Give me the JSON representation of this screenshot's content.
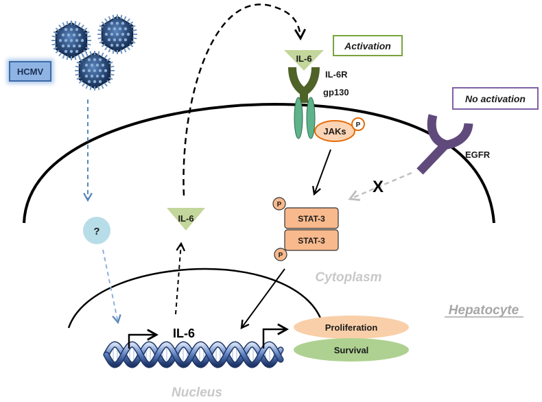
{
  "labels": {
    "hcmv": "HCMV",
    "question": "?",
    "il6_ligand_top": "IL-6",
    "il6r": "IL-6R",
    "gp130": "gp130",
    "jaks": "JAKs",
    "phospho": "P",
    "activation": "Activation",
    "no_activation": "No activation",
    "egfr": "EGFR",
    "block_mark": "X",
    "stat3_upper": "STAT-3",
    "stat3_lower": "STAT-3",
    "il6_cytoplasm": "IL-6",
    "il6_gene": "IL-6",
    "cytoplasm": "Cytoplasm",
    "hepatocyte": "Hepatocyte",
    "nucleus": "Nucleus",
    "proliferation": "Proliferation",
    "survival": "Survival"
  },
  "colors": {
    "virus": "#1f3c66",
    "virus_spike": "#6f95c2",
    "hcmv_box": "#8fb4e3",
    "hcmv_border": "#3b6aa6",
    "question_circle": "#b7dde8",
    "il6_green": "#c3d69b",
    "receptor_dark": "#4f6228",
    "gp130_green": "#5fb38a",
    "jak_fill": "#fbd5b5",
    "orange": "#e46c0a",
    "stat_fill": "#f8b98c",
    "egfr_purple": "#604a7b",
    "activation_border": "#77a33b",
    "no_activation_border": "#7f5fa6",
    "gray_label": "#c8c8c8",
    "hepatocyte_gray": "#a6a6a6",
    "proliferation_fill": "#f9cfa9",
    "survival_fill": "#aed191",
    "dna": "#3b5b9c",
    "hcmv_arrow": "#5b86b8"
  }
}
